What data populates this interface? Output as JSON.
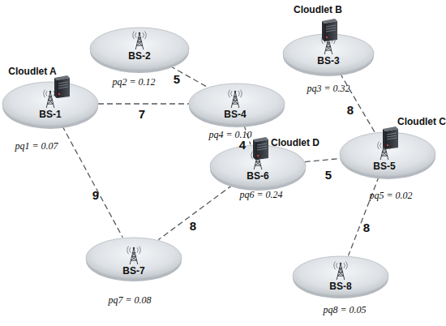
{
  "diagram": {
    "nodes": [
      {
        "text": [
          "BS-2",
          "pq2 = 0.12"
        ]
      },
      {
        "text": [
          "Cloudlet B",
          "BS-3",
          "pq3 = 0.32"
        ]
      },
      {
        "text": [
          "Cloudlet A",
          "BS-1",
          "pq1 = 0.07"
        ]
      },
      {
        "text": [
          "BS-4",
          "pq4 = 0.10"
        ]
      },
      {
        "text": [
          "Cloudlet C",
          "BS-5",
          "pq5 = 0.02"
        ]
      },
      {
        "text": [
          "Cloudlet D",
          "BS-6",
          "pq6 = 0.24"
        ]
      },
      {
        "text": [
          "BS-7",
          "pq7 = 0.08"
        ]
      },
      {
        "text": [
          "BS-8",
          "pq8 = 0.05"
        ]
      }
    ],
    "edges": [
      {
        "from": 0,
        "to": 3,
        "arrow": "none",
        "label": "5"
      },
      {
        "from": 2,
        "to": 3,
        "arrow": "none",
        "label": "7"
      },
      {
        "from": 2,
        "to": 6,
        "arrow": "none",
        "label": "9"
      },
      {
        "from": 3,
        "to": 5,
        "arrow": "none",
        "label": "4"
      },
      {
        "from": 5,
        "to": 6,
        "arrow": "none",
        "label": "8"
      },
      {
        "from": 5,
        "to": 4,
        "arrow": "none",
        "label": "5"
      },
      {
        "from": 1,
        "to": 4,
        "arrow": "none",
        "label": "8"
      },
      {
        "from": 4,
        "to": 7,
        "arrow": "none",
        "label": "8"
      }
    ]
  }
}
